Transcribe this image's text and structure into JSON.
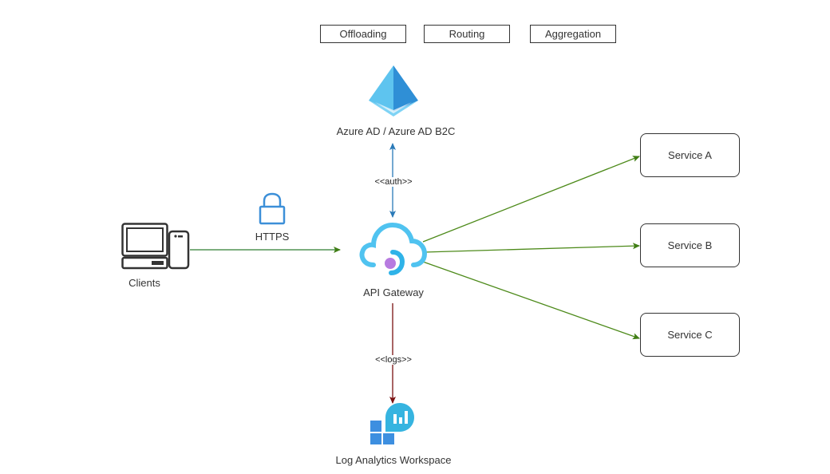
{
  "tags": [
    "Offloading",
    "Routing",
    "Aggregation"
  ],
  "nodes": {
    "azure_ad": "Azure AD / Azure AD B2C",
    "api_gateway": "API Gateway",
    "clients": "Clients",
    "log_analytics": "Log Analytics Workspace",
    "services": [
      "Service A",
      "Service B",
      "Service C"
    ]
  },
  "edges": {
    "https": "HTTPS",
    "auth": "<<auth>>",
    "logs": "<<logs>>"
  },
  "icons": {
    "azure_ad": "azure-ad-pyramid-icon",
    "api_gateway": "api-management-cloud-icon",
    "clients": "desktop-and-mobile-icon",
    "https": "lock-icon",
    "log_analytics": "log-analytics-icon"
  },
  "colors": {
    "client_edge": "#2e7d32",
    "service_edge": "#4d8a1a",
    "auth_edge": "#2a7ab8",
    "logs_edge": "#7a1010",
    "azure_blue": "#50c3f0"
  }
}
